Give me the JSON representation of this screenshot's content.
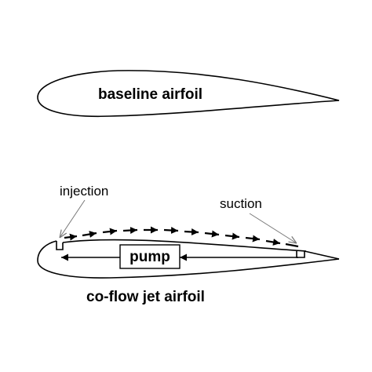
{
  "labels": {
    "baseline": "baseline airfoil",
    "injection": "injection",
    "suction": "suction",
    "pump": "pump",
    "coflow": "co-flow jet airfoil"
  },
  "colors": {
    "stroke": "#000000",
    "thin_arrow": "#777777",
    "background": "#ffffff"
  }
}
